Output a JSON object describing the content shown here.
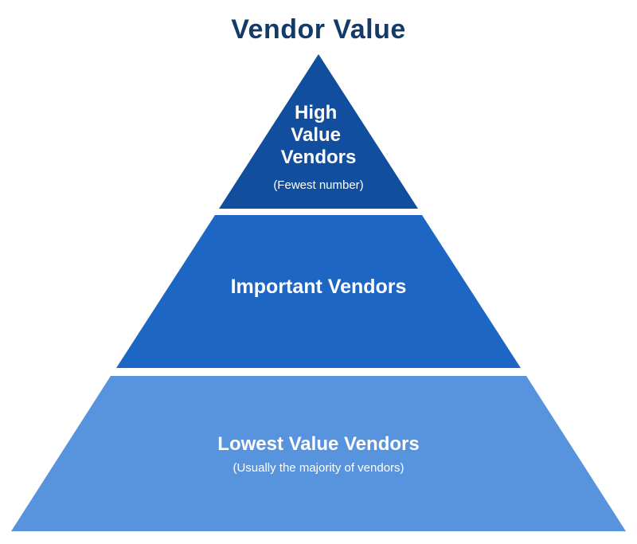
{
  "page": {
    "background_color": "#ffffff"
  },
  "title": {
    "text": "Vendor Value",
    "color": "#133a69"
  },
  "pyramid": {
    "tiers": [
      {
        "label": "High Value Vendors",
        "lines": [
          "High",
          "Value",
          "Vendors"
        ],
        "sublabel": "(Fewest number)",
        "color": "#114f9e",
        "text_color": "#ffffff"
      },
      {
        "label": "Important Vendors",
        "color": "#1e66c4",
        "text_color": "#ffffff"
      },
      {
        "label": "Lowest Value Vendors",
        "sublabel": "(Usually the majority of vendors)",
        "color": "#5893dd",
        "text_color": "#ffffff"
      }
    ]
  }
}
